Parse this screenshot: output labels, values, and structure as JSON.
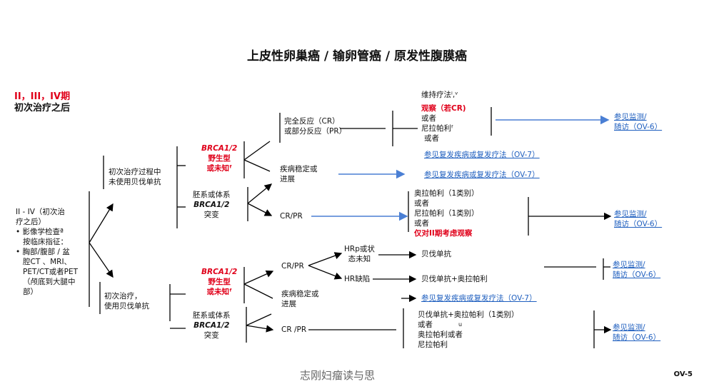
{
  "title": "上皮性卵巢癌 / 输卵管癌 / 原发性腹膜癌",
  "stage": {
    "line1": "II，III，IV期",
    "line2": "初次治疗之后"
  },
  "left_box": {
    "l1": "II - IV（初次治",
    "l2": "疗之后）",
    "l3": "• 影像学检查ª",
    "l4": "按临床指征：",
    "l5": "• 胸部/腹部 / 盆",
    "l6": "腔CT 、MRI、",
    "l7": "PET/CT或者PET",
    "l8": "（颅底到大腿中",
    "l9": "部）"
  },
  "branch_top": {
    "l1": "初次治疗过程中",
    "l2": "未使用贝伐单抗"
  },
  "branch_bottom": {
    "l1": "初次治疗，",
    "l2": "使用贝伐单抗"
  },
  "brca_wild": {
    "l1": "BRCA1/2",
    "l2": "野生型",
    "l3": "或未知ᶠ"
  },
  "brca_mut": {
    "l1": "胚系或体系",
    "l2": "BRCA1/2",
    "l3": "突变"
  },
  "responses": {
    "cr_pr": {
      "l1": "完全反应（CR）",
      "l2": "或部分反应（PR）"
    },
    "stable": {
      "l1": "疾病稳定或",
      "l2": "进展"
    },
    "crpr": "CR/PR",
    "crpr_bottom": "CR /PR"
  },
  "maintenance_top": {
    "head": "维持疗法ⁱ,ᵛ",
    "observe": "观察（若CR)",
    "or1": "或者",
    "nira": "尼拉帕利ᶠ",
    "or2": "或者"
  },
  "hrp": {
    "l1": "HRp或状",
    "l2": "态未知"
  },
  "hr_def": "HR缺陷",
  "olap_block_top": {
    "l1": "奥拉帕利（1类别）",
    "l2": "或者",
    "l3": "尼拉帕利（1类别）",
    "l4": "或者",
    "l5": "仅对II期考虑观察"
  },
  "bev": "贝伐单抗",
  "bev_olap": "贝伐单抗+奥拉帕利",
  "olap_block_bottom": {
    "l1": "贝伐单抗+奥拉帕利（1类别）",
    "l2": "或者",
    "l2b": "u",
    "l3": "奥拉帕利或者",
    "l4": "尼拉帕利"
  },
  "links": {
    "recurrence": "参见复发疾病或复发疗法（OV-7）",
    "monitor_l1": "参见监测/",
    "monitor_l2": "随访（OV-6）"
  },
  "watermark": "志刚妇瘤读与思",
  "page_id": "OV-5",
  "colors": {
    "accent_red": "#e0001a",
    "link_blue": "#1f5fbf",
    "arrow_blue": "#4a7fd4"
  }
}
